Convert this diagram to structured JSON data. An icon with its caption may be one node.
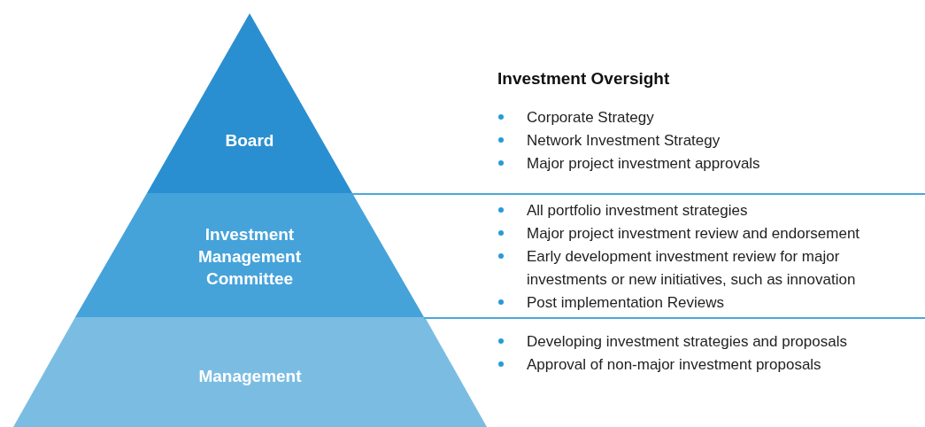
{
  "diagram": {
    "nodes": [
      {
        "text": [
          "Board"
        ],
        "beside": [
          "Corporate Strategy",
          "Network Investment Strategy",
          "Major project investment approvals"
        ]
      },
      {
        "text": [
          "Investment Management Committee"
        ],
        "beside": [
          "All portfolio investment strategies",
          "Major project investment review and endorsement",
          "Early development investment review for major investments or new initiatives, such as innovation",
          "Post implementation Reviews"
        ]
      },
      {
        "text": [
          "Management"
        ],
        "beside": [
          "Developing investment strategies and proposals",
          "Approval of non-major investment proposals"
        ]
      }
    ],
    "labels": [
      "Investment Oversight"
    ]
  }
}
